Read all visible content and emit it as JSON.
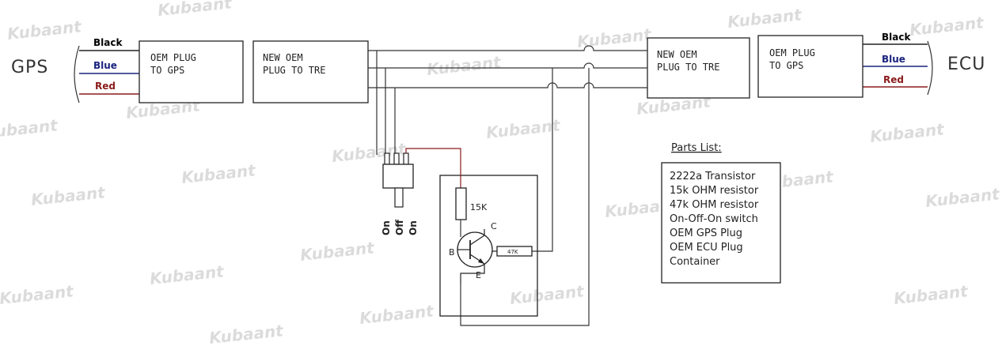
{
  "gps_label": "GPS",
  "ecu_label": "ECU",
  "boxes": {
    "oem_plug_gps_left": [
      "OEM PLUG",
      "TO GPS"
    ],
    "new_oem_plug_left": [
      "NEW OEM",
      "PLUG TO TRE"
    ],
    "new_oem_plug_right": [
      "NEW OEM",
      "PLUG TO TRE"
    ],
    "oem_plug_gps_right": [
      "OEM PLUG",
      "TO GPS"
    ]
  },
  "wires_left": [
    {
      "label": "Black",
      "color": "#000000"
    },
    {
      "label": "Blue",
      "color": "#1a237e"
    },
    {
      "label": "Red",
      "color": "#8b1a1a"
    }
  ],
  "wires_right": [
    {
      "label": "Black",
      "color": "#000000"
    },
    {
      "label": "Blue",
      "color": "#1a237e"
    },
    {
      "label": "Red",
      "color": "#8b1a1a"
    }
  ],
  "switch_positions": [
    "On",
    "Off",
    "On"
  ],
  "resistor_15k": "15K",
  "resistor_47k": "47K",
  "transistor_pins": {
    "base": "B",
    "collector": "C",
    "emitter": "E"
  },
  "parts_list": {
    "title": "Parts List:",
    "items": [
      "2222a Transistor",
      "15k OHM resistor",
      "47k OHM resistor",
      "On-Off-On switch",
      "OEM GPS Plug",
      "OEM ECU Plug",
      "Container"
    ]
  },
  "watermark": "Kubaant"
}
